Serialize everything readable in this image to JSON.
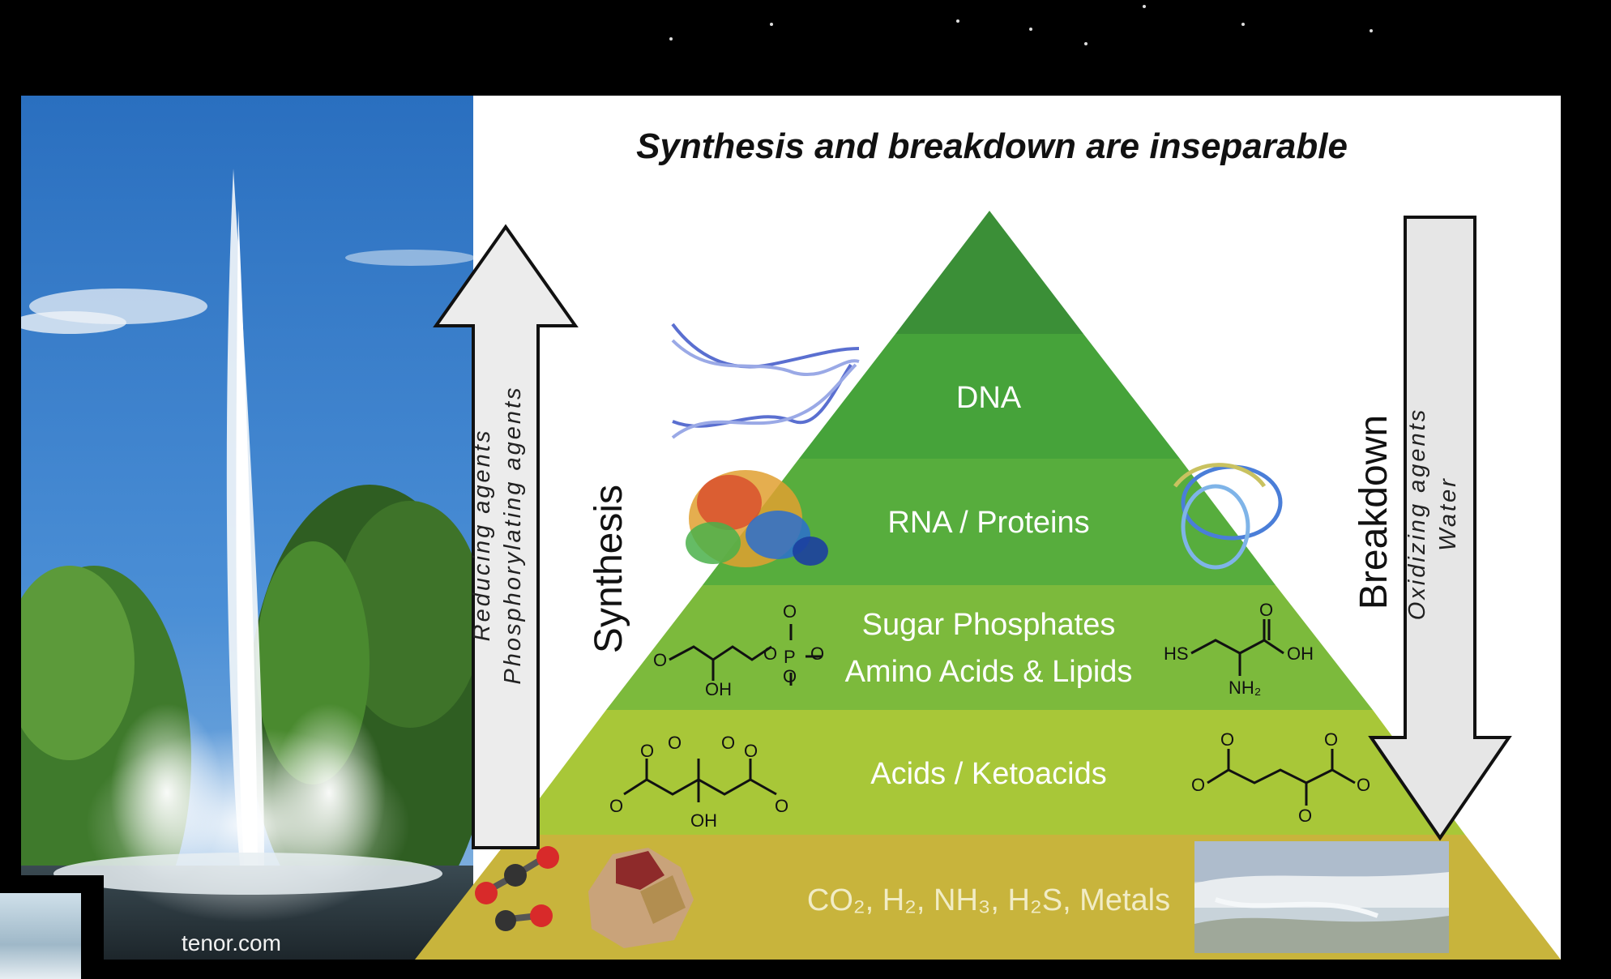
{
  "slide": {
    "title": "Synthesis and breakdown are inseparable"
  },
  "pyramid": {
    "tiers": [
      {
        "label_line1": "DNA",
        "label_line2": "",
        "color": "#46a33a"
      },
      {
        "label_line1": "RNA / Proteins",
        "label_line2": "",
        "color": "#57ad3d"
      },
      {
        "label_line1": "Sugar Phosphates",
        "label_line2": "Amino Acids & Lipids",
        "color": "#7cba3c"
      },
      {
        "label_line1": "Acids / Ketoacids",
        "label_line2": "",
        "color": "#a8c738"
      },
      {
        "label_line1": "CO₂, H₂, NH₃, H₂S, Metals",
        "label_line2": "",
        "color": "#c8b43c"
      }
    ],
    "apex_color": "#3b8f37"
  },
  "arrows": {
    "synthesis": {
      "label": "Synthesis",
      "agents_line1": "Reducing agents",
      "agents_line2": "Phosphorylating agents"
    },
    "breakdown": {
      "label": "Breakdown",
      "agents_line1": "Oxidizing agents",
      "agents_line2": "Water"
    }
  },
  "chemistry": {
    "oh": "OH",
    "hs": "HS",
    "nh2": "NH₂",
    "o": "O",
    "p": "P"
  },
  "photo": {
    "watermark": "tenor.com"
  }
}
